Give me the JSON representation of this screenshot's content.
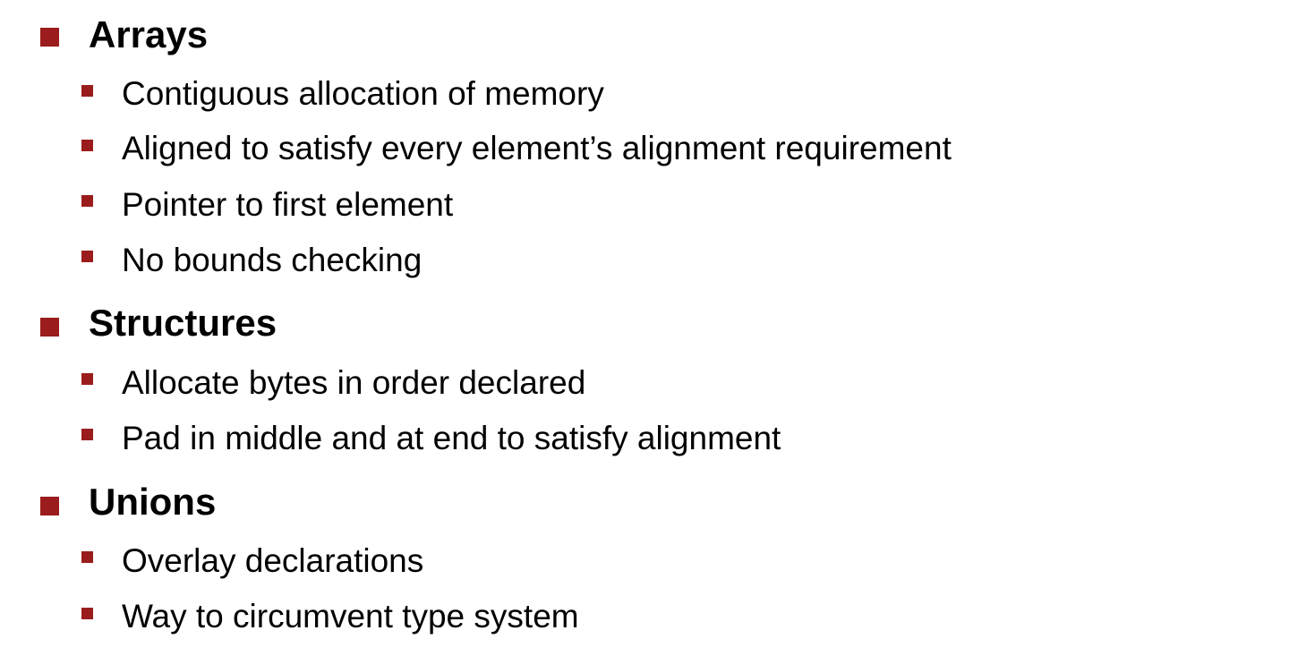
{
  "colors": {
    "bullet": "#9b1c1c",
    "text": "#000000",
    "background": "#ffffff"
  },
  "sections": [
    {
      "title": "Arrays",
      "items": [
        "Contiguous allocation of memory",
        "Aligned to satisfy every element’s alignment requirement",
        "Pointer to first element",
        "No bounds checking"
      ]
    },
    {
      "title": "Structures",
      "items": [
        "Allocate bytes in order declared",
        "Pad in middle and at end to satisfy alignment"
      ]
    },
    {
      "title": "Unions",
      "items": [
        "Overlay declarations",
        "Way to circumvent type system"
      ]
    }
  ]
}
